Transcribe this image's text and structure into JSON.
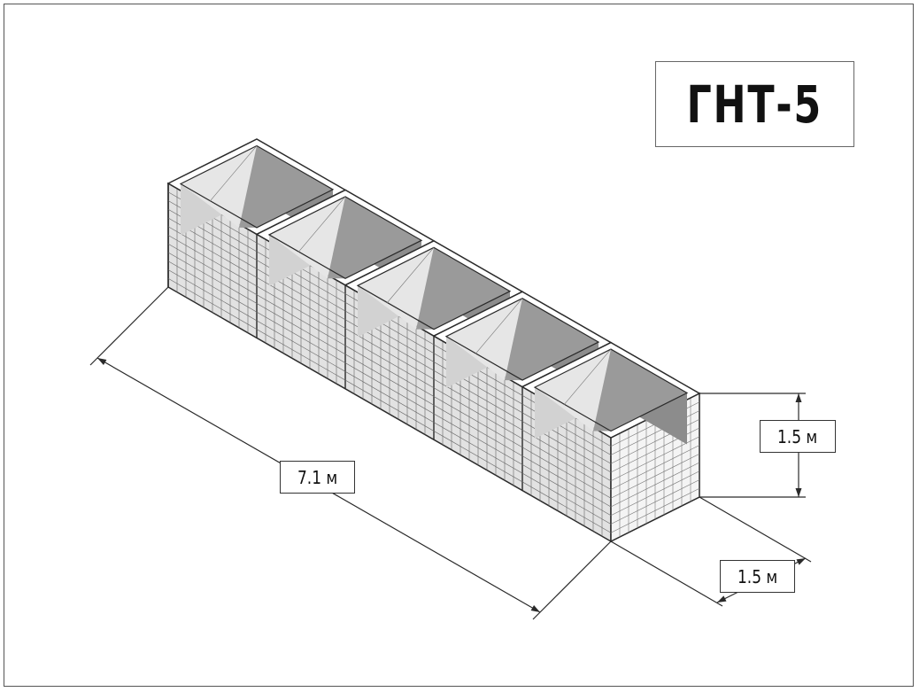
{
  "title": "ГНТ-5",
  "dimensions": {
    "length": "7.1 м",
    "height": "1.5 м",
    "width": "1.5 м"
  },
  "cells": 5,
  "colors": {
    "line": "#2a2a2a",
    "front_face": "#e2e2e2",
    "side_face": "#f4f4f4",
    "inner_dark": "#8c8c8c",
    "inner_light": "#d2d2d2"
  }
}
